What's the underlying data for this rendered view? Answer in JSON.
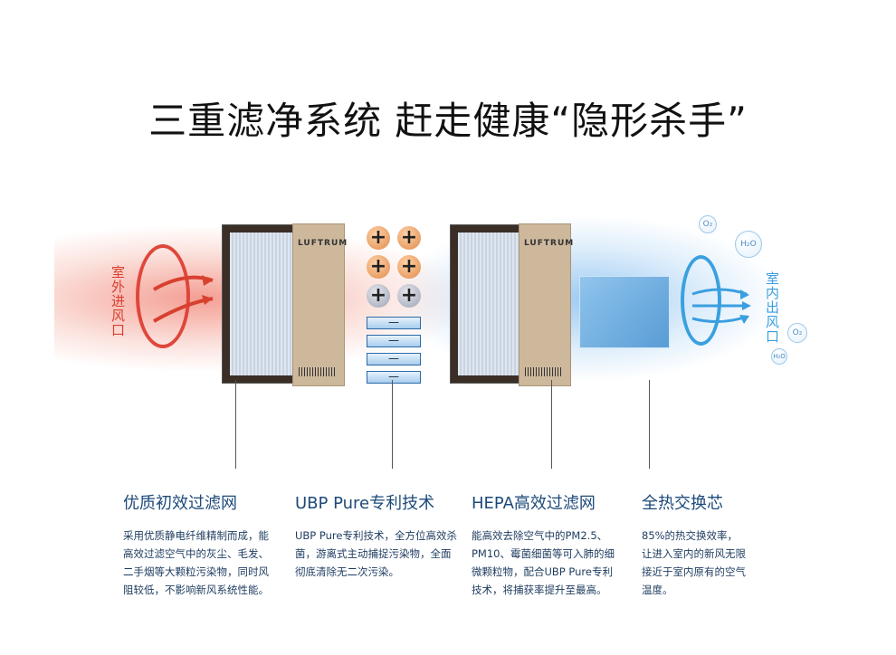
{
  "title": "三重滤净系统 赶走健康“隐形杀手”",
  "left_label": "室外进风口",
  "right_label": "室内出风口",
  "filter_brand": "LUFTRUM",
  "bubbles": [
    "O₂",
    "H₂O",
    "O₂",
    "H₂O"
  ],
  "plus_signs": [
    "+",
    "+",
    "+",
    "+",
    "+",
    "+"
  ],
  "minus_signs": [
    "—",
    "—",
    "—",
    "—"
  ],
  "columns": [
    {
      "heading": "优质初效过滤网",
      "text": "采用优质静电纤维精制而成，能高效过滤空气中的灰尘、毛发、二手烟等大颗粒污染物，同时风阻较低，不影响新风系统性能。"
    },
    {
      "heading": "UBP Pure专利技术",
      "text": "UBP Pure专利技术，全方位高效杀菌，游离式主动捕捉污染物，全面彻底清除无二次污染。"
    },
    {
      "heading": "HEPA高效过滤网",
      "text": "能高效去除空气中的PM2.5、PM10、霉菌细菌等可入肺的细微颗粒物，配合UBP Pure专利技术，将捕获率提升至最高。"
    },
    {
      "heading": "全热交换芯",
      "text": "85%的热交换效率，让进入室内的新风无限接近于室内原有的空气温度。"
    }
  ]
}
